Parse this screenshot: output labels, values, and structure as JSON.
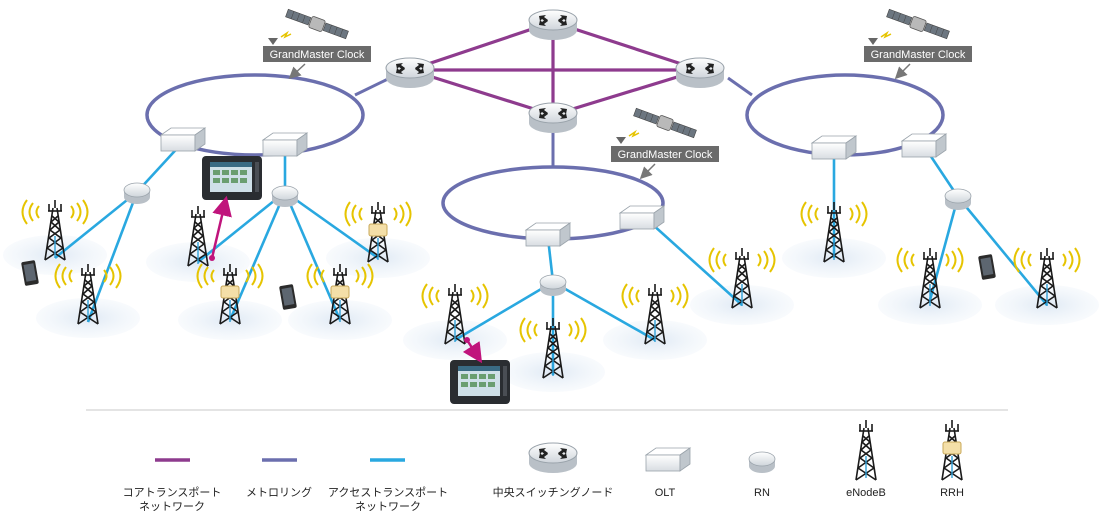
{
  "grandmaster_label": "GrandMaster Clock",
  "legend": {
    "core": {
      "line1": "コアトランスポート",
      "line2": "ネットワーク"
    },
    "metro": "メトロリング",
    "access": {
      "line1": "アクセストランスポート",
      "line2": "ネットワーク"
    },
    "central_switch": "中央スイッチングノード",
    "olt": "OLT",
    "rn": "RN",
    "enodeb": "eNodeB",
    "rrh": "RRH"
  },
  "colors": {
    "core": "#8e3b8e",
    "metro": "#6b6fae",
    "access": "#29a8e0",
    "test_link": "#c0147c"
  }
}
